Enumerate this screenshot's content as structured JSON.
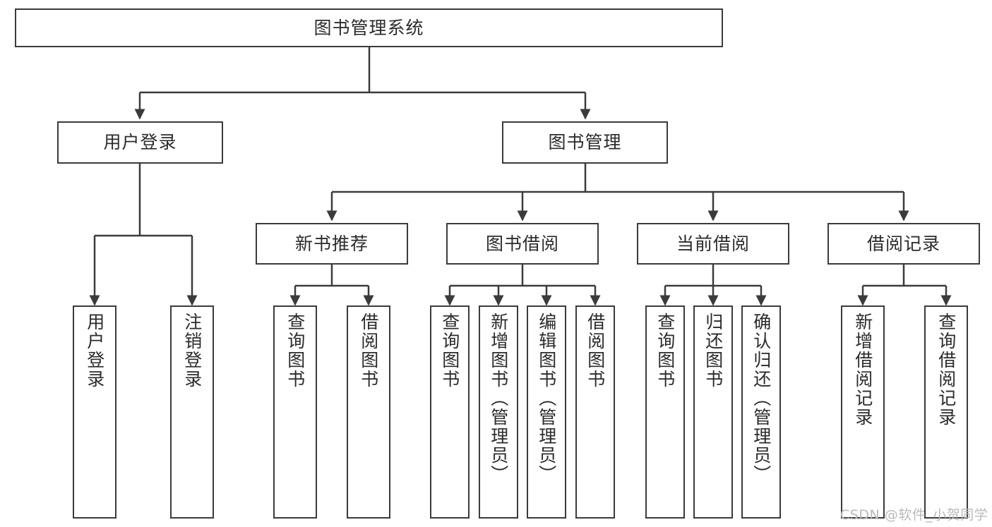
{
  "diagram": {
    "title": "图书管理系统",
    "type": "tree-hierarchy-chart",
    "root": {
      "label": "图书管理系统"
    },
    "level2": [
      {
        "label": "用户登录"
      },
      {
        "label": "图书管理"
      }
    ],
    "level3": [
      {
        "label": "新书推荐"
      },
      {
        "label": "图书借阅"
      },
      {
        "label": "当前借阅"
      },
      {
        "label": "借阅记录"
      }
    ],
    "leaves_user_login": [
      {
        "label": "用户登录"
      },
      {
        "label": "注销登录"
      }
    ],
    "leaves_new_book": [
      {
        "label": "查询图书"
      },
      {
        "label": "借阅图书"
      }
    ],
    "leaves_borrow": [
      {
        "label": "查询图书"
      },
      {
        "label": "新增图书（管理员）"
      },
      {
        "label": "编辑图书（管理员）"
      },
      {
        "label": "借阅图书"
      }
    ],
    "leaves_current": [
      {
        "label": "查询图书"
      },
      {
        "label": "归还图书"
      },
      {
        "label": "确认归还（管理员）"
      }
    ],
    "leaves_record": [
      {
        "label": "新增借阅记录"
      },
      {
        "label": "查询借阅记录"
      }
    ]
  },
  "watermark": {
    "text": "CSDN @软件_小贺同学"
  },
  "colors": {
    "stroke": "#3b3b3b",
    "text": "#2b2b2b",
    "background": "#ffffff",
    "watermark": "#b9b9b9"
  }
}
